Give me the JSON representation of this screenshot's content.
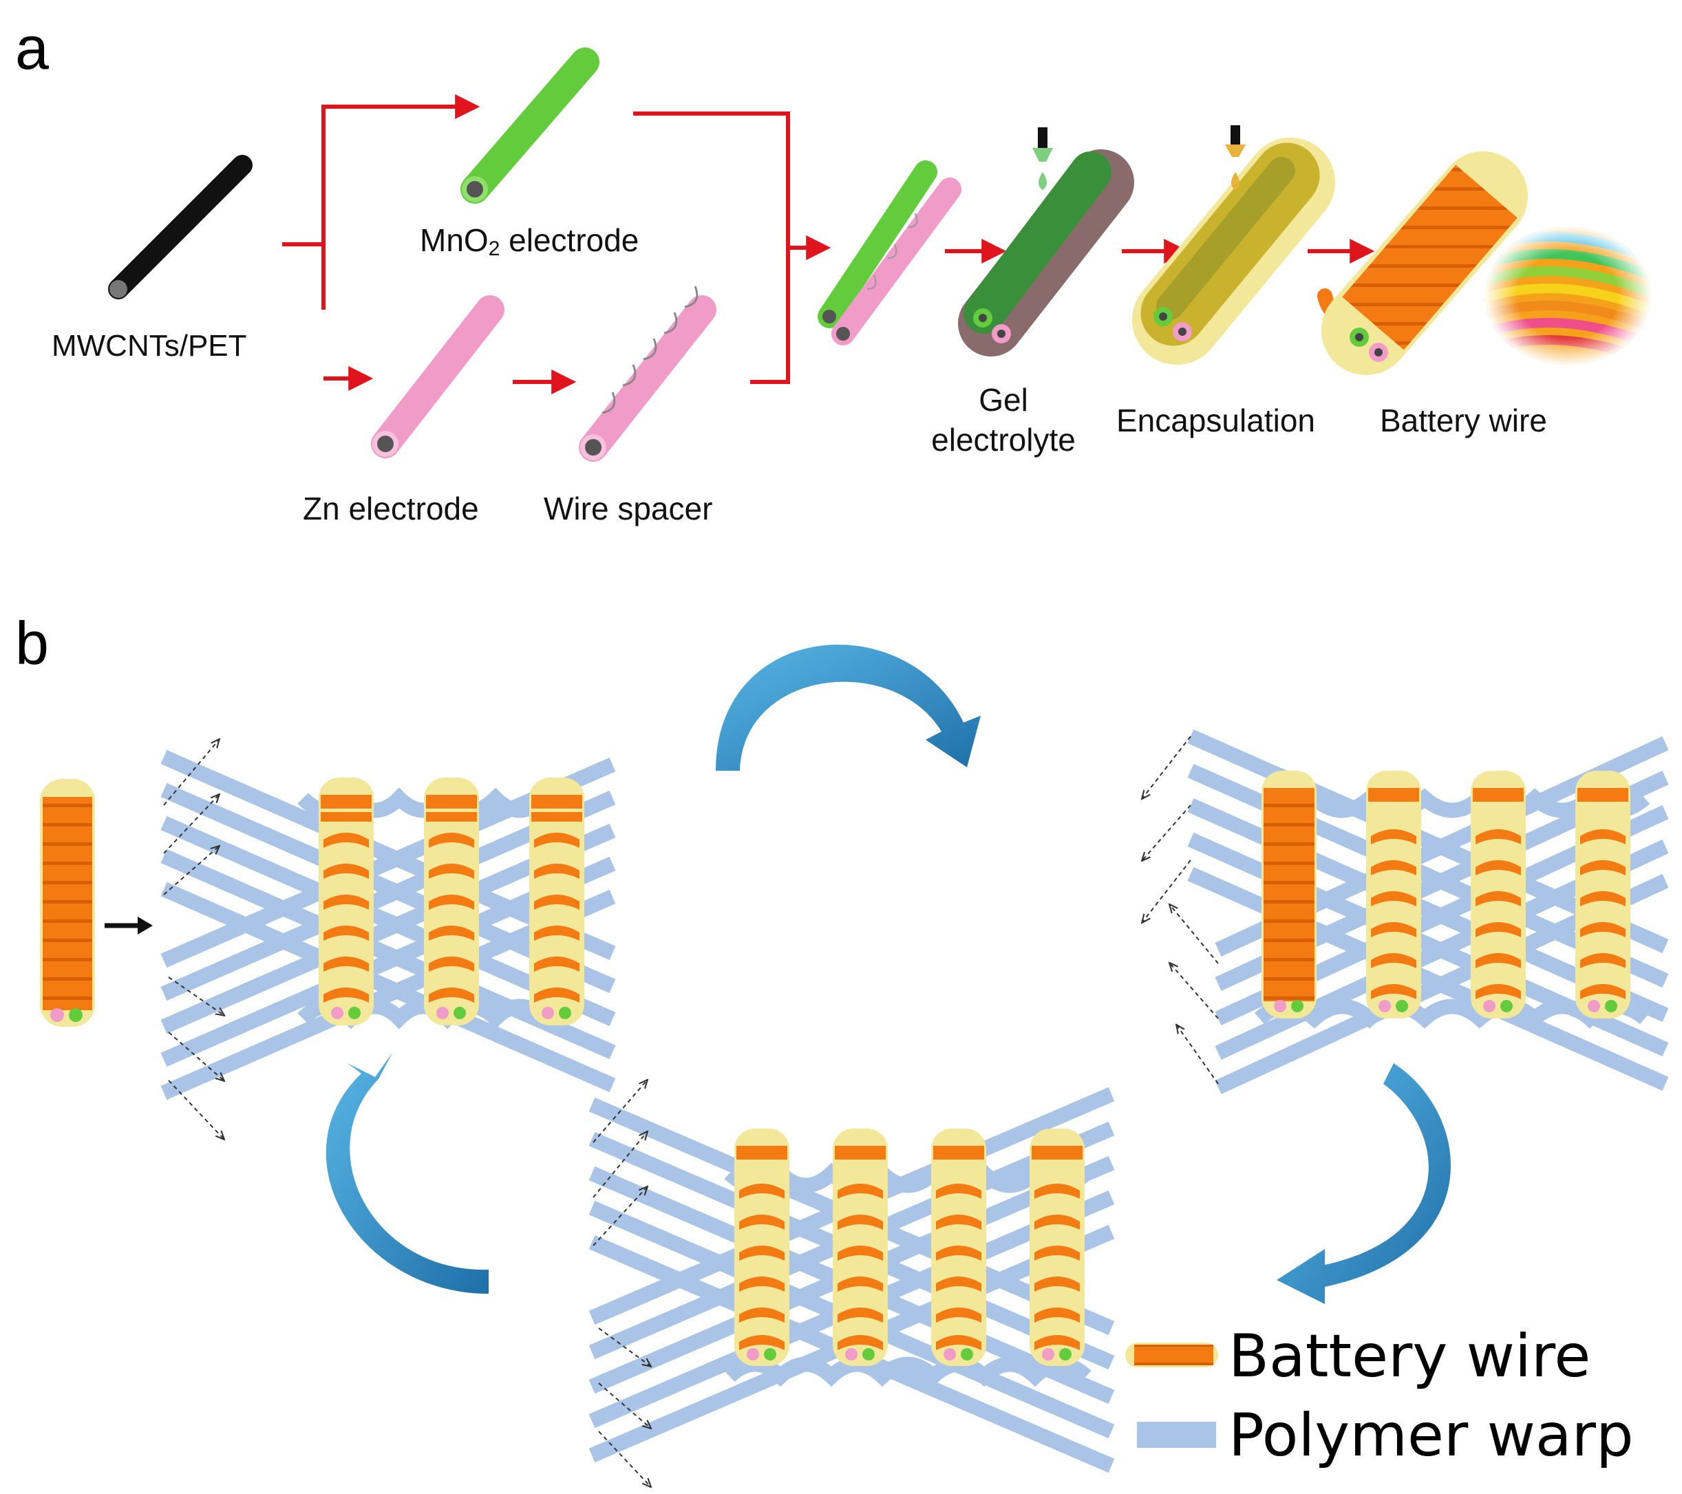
{
  "panel_a": {
    "letter": "a",
    "labels": {
      "substrate": "MWCNTs/PET",
      "mno2": "MnO",
      "mno2_sub": "2",
      "mno2_suffix": " electrode",
      "zn": "Zn electrode",
      "spacer": "Wire spacer",
      "gel_1": "Gel",
      "gel_2": "electrolyte",
      "encapsulation": "Encapsulation",
      "battery": "Battery wire"
    }
  },
  "panel_b": {
    "letter": "b",
    "legend": [
      {
        "label": "Battery wire",
        "color": "#f47a12"
      },
      {
        "label": "Polymer warp",
        "color": "#a9c4e6"
      }
    ]
  },
  "colors": {
    "arrow_red": "#e0141c",
    "black_wire": "#111111",
    "mno2_green": "#62cc3c",
    "zn_pink": "#f09bc8",
    "gel_green": "#3a8f3a",
    "encap_yellow": "#c9b22c",
    "battery_orange": "#f47a12",
    "warp_blue": "#a9c4e6",
    "cycle_blue": "#2f8fc9"
  }
}
